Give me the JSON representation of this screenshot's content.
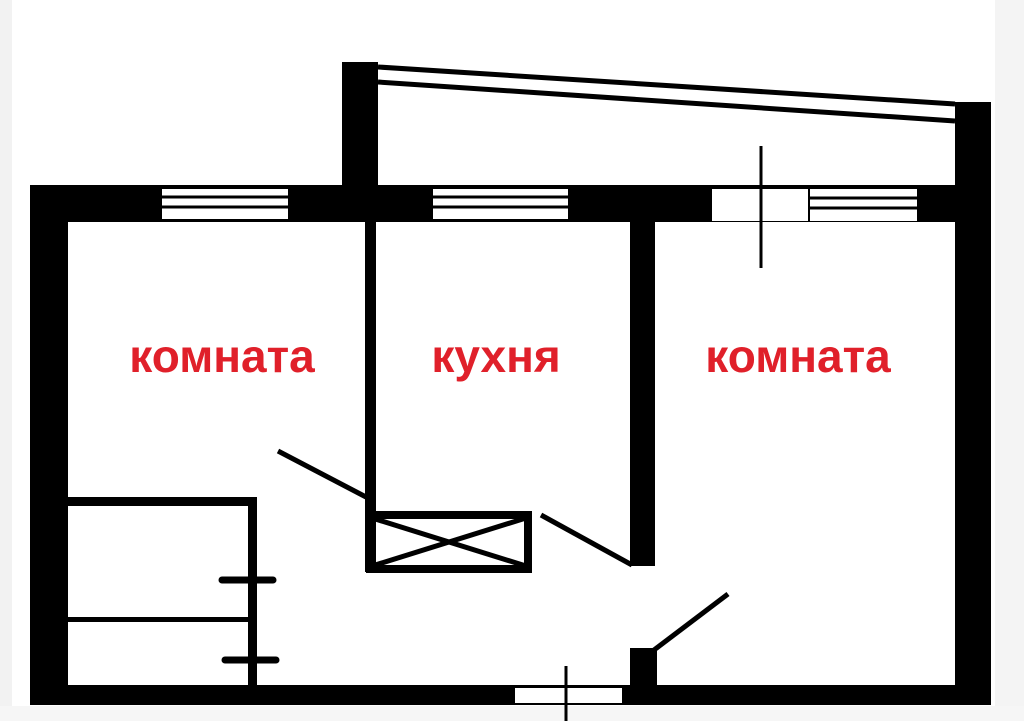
{
  "colors": {
    "wall": "#000000",
    "label": "#e0202a",
    "background": "#ffffff"
  },
  "rooms": [
    {
      "label": "комната"
    },
    {
      "label": "кухня"
    },
    {
      "label": "комната"
    }
  ]
}
